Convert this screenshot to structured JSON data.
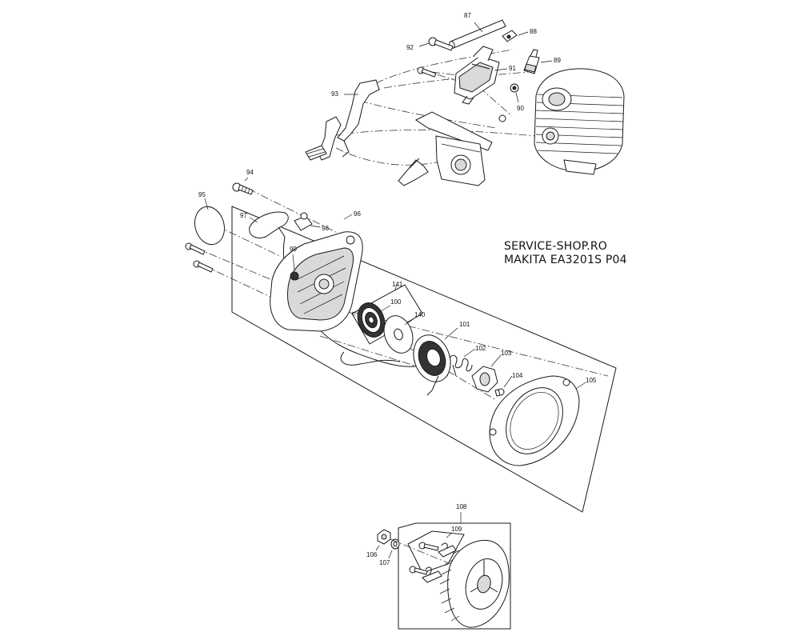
{
  "header": {
    "site": "SERVICE-SHOP.RO",
    "model": "MAKITA EA3201S P04"
  },
  "parts": [
    {
      "number": "87"
    },
    {
      "number": "88"
    },
    {
      "number": "89"
    },
    {
      "number": "90"
    },
    {
      "number": "91"
    },
    {
      "number": "92"
    },
    {
      "number": "93"
    },
    {
      "number": "94"
    },
    {
      "number": "95"
    },
    {
      "number": "96"
    },
    {
      "number": "97"
    },
    {
      "number": "98"
    },
    {
      "number": "99"
    },
    {
      "number": "141"
    },
    {
      "number": "100"
    },
    {
      "number": "140"
    },
    {
      "number": "101"
    },
    {
      "number": "102"
    },
    {
      "number": "103"
    },
    {
      "number": "104"
    },
    {
      "number": "105"
    },
    {
      "number": "108"
    },
    {
      "number": "109"
    },
    {
      "number": "106"
    },
    {
      "number": "107"
    }
  ],
  "colors": {
    "line": "#1a1a1a",
    "text": "#111111",
    "background": "#ffffff"
  }
}
